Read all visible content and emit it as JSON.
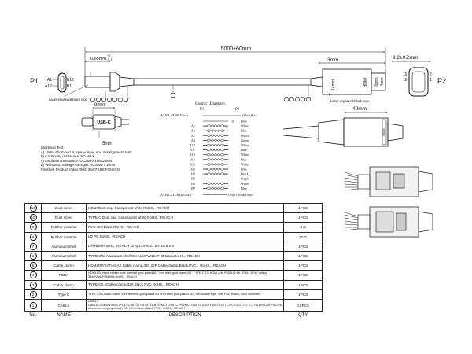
{
  "dimensions": {
    "overall_length": "5000±60mm",
    "usbc_tip": "6.65mm",
    "usbc_tol_top": "+0.1",
    "usbc_tol_bottom": "-0.1",
    "hdmi_tip": "3mm",
    "hdmi_head_height": "9.2±0.2mm",
    "usbc_body_width": "9mm",
    "usbc_body_height": "5mm",
    "hdmi_body_length": "40mm",
    "hdmi_plug_height": "14mm",
    "hdmi_collar": "6mm",
    "hdmi_tip_depth": "4mm"
  },
  "labels": {
    "p1": "P1",
    "p2": "P2",
    "laser_logo_left": "Laser engraved black logo",
    "laser_logo_right": "Laser engraved black logo",
    "usbc_logo": "USB-C",
    "hdmi_logo": "HDMI",
    "pin_a1": "A1",
    "pin_a12": "A12",
    "pin_b12": "B12",
    "pin_b1": "B1",
    "pin_19": "19",
    "pin_18": "18",
    "pin_2": "2",
    "pin_1": "1"
  },
  "contact": {
    "title": "Contact Diagram",
    "col_p1": "P1",
    "col_p2": "P2",
    "top_label": "A1,B4,A9,B9(Vbus)",
    "top_right": "(Vbus)Red",
    "bottom_label": "A1,B1,A12,B12(GND)",
    "bottom_right": "GND Ground wire",
    "rows": [
      {
        "p1": "",
        "p2": "18",
        "wire": "Blue",
        "style": "single"
      },
      {
        "p1": "A5",
        "p2": "",
        "wire": "White",
        "style": "cross"
      },
      {
        "p1": "A6",
        "p2": "",
        "wire": "Blue",
        "style": "cross"
      },
      {
        "p1": "A7",
        "p2": "",
        "wire": "yellow",
        "style": "cross"
      },
      {
        "p1": "A8",
        "p2": "",
        "wire": "Green",
        "style": "cross"
      },
      {
        "p1": "A10",
        "p2": "",
        "wire": "White",
        "style": "cross"
      },
      {
        "p1": "A11",
        "p2": "",
        "wire": "Blue",
        "style": "cross"
      },
      {
        "p1": "A10",
        "p2": "",
        "wire": "White",
        "style": "cross"
      },
      {
        "p1": "B10",
        "p2": "",
        "wire": "Blue",
        "style": "cross"
      },
      {
        "p1": "B11",
        "p2": "",
        "wire": "White",
        "style": "cross"
      },
      {
        "p1": "B2",
        "p2": "",
        "wire": "Blue",
        "style": "cross"
      },
      {
        "p1": "B3",
        "p2": "",
        "wire": "Black",
        "style": "cross"
      },
      {
        "p1": "B5",
        "p2": "",
        "wire": "Purple",
        "style": "single"
      },
      {
        "p1": "B6",
        "p2": "",
        "wire": "White",
        "style": "cross"
      },
      {
        "p1": "B7",
        "p2": "",
        "wire": "Blue",
        "style": "cross"
      }
    ]
  },
  "electrical_test": {
    "title": "Electrical Test:",
    "lines": [
      "a) 100% short-circuit, open-circuit and misalignment test;",
      "b) Continuity resistance: 5Ω MAX",
      "c) Insulation resistance: DC300V 10MΩ MIN",
      "d) Withstand voltage strength: AC300V / 10ms",
      "Finished Product Video Test: 3840*2160P@60Hz"
    ]
  },
  "bom": {
    "header": {
      "no": "No.",
      "name": "NAME",
      "description": "DESCRIPTION",
      "qty": "QTY"
    },
    "rows": [
      {
        "no": "11",
        "name": "Dust cover",
        "description": "HDMI Dust cap, transparent white,RoHS、REACH",
        "qty": "1PCS"
      },
      {
        "no": "10",
        "name": "Dust cover",
        "description": "TYPE C Dust cap, transparent white,RoHS、REACH",
        "qty": "1PCS"
      },
      {
        "no": "9",
        "name": "Rubber material",
        "description": "PVC 45P,Black RoHS、REACH",
        "qty": "8 G"
      },
      {
        "no": "8",
        "name": "Rubber material",
        "description": "LD PE,RoHS、REACH",
        "qty": "20 G"
      },
      {
        "no": "7",
        "name": "Aluminum shell",
        "description": "DP/HDMIRoHS、REACH,Grey,L40*W21.5*H10.5mm",
        "qty": "1PCS"
      },
      {
        "no": "6",
        "name": "Aluminum shell",
        "description": "TYPE C/M Aluminum shell,Grey,L19*W12.2*H6.5mm,RoHS、REACH",
        "qty": "1PCS"
      },
      {
        "no": "5",
        "name": "Cable clamp",
        "description": "HDMI/DP/SATA/SAS Cable clamp,32# 20P Cable clamp,Black,PVC、RoHS、REACH",
        "qty": "1PCS"
      },
      {
        "no": "4",
        "name": "PCBA",
        "description": "HDMI A/M black rubber core terminal gold-plated 6U\" iron shell gold-plated 6U\" TYPE C TO HDMI A/M PCBA (2.5K 1PAIN 1P4K Video) 3840*2160P@60Hz,RoHS、REACH",
        "qty": "1PCS",
        "two": true
      },
      {
        "no": "3",
        "name": "Cable clamp",
        "description": "TYPE C3.2Cable clamp,32#,Black PVC,RoHS、REACH",
        "qty": "1PCS"
      },
      {
        "no": "2",
        "name": "Type C",
        "description": "TYPE C3.2,Black rubber core terminal gold-plated 6U\" iron shell gold-plated 6U\", retractable type, with PCB board, 3340 abdomen",
        "qty": "1PCS",
        "two": true
      },
      {
        "no": "1",
        "name": "CABLE",
        "description": "USB3.2 CABLE,OD4.5/D:08TC7+OD70:08TC7+AL/MYLAR+52MCTO:08TC7+52MCTO:08TC7(4C+144CT0:07TC7*C+OD7O:07TC7+AL(MYLAR)+AL/OS Aluminum mix(gray/black) OD 4.7±0.15mm,Black PVC、RoHS、REACH",
        "qty": "0.5PCS",
        "two": true
      }
    ]
  }
}
